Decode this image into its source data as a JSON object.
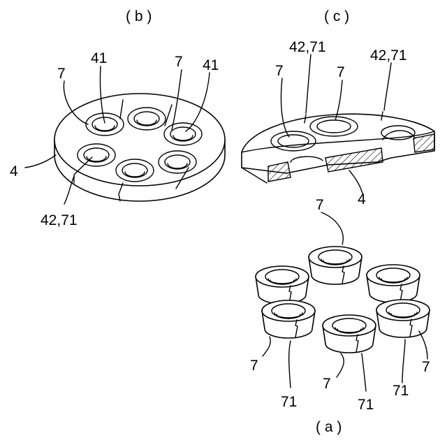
{
  "captions": {
    "a": "( a )",
    "b": "( b )",
    "c": "( c )"
  },
  "labels": {
    "b_41_left": "41",
    "b_7_left": "7",
    "b_7_right": "7",
    "b_41_right": "41",
    "b_4": "4",
    "b_42_71": "42,71",
    "c_42_71_left": "42,71",
    "c_42_71_right": "42,71",
    "c_7_left": "7",
    "c_7_mid": "7",
    "c_4": "4",
    "a_7_top": "7",
    "a_7_left": "7",
    "a_7_midleft": "7",
    "a_71_left": "71",
    "a_71_mid": "71",
    "a_71_right": "71",
    "a_7_right": "7"
  }
}
